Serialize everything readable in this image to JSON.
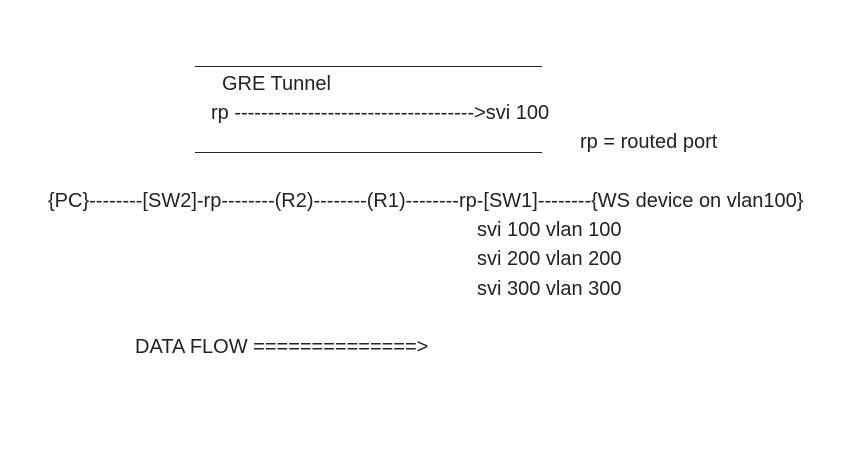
{
  "tunnel": {
    "title": "GRE Tunnel",
    "path": "rp ------------------------------------>svi 100"
  },
  "legend": {
    "rp_definition": "rp = routed port"
  },
  "topology": {
    "chain": "{PC}--------[SW2]-rp--------(R2)--------(R1)--------rp-[SW1]--------{WS device on vlan100}",
    "svis": [
      "svi 100 vlan 100",
      "svi 200 vlan 200",
      "svi 300 vlan 300"
    ]
  },
  "flow": {
    "label": "DATA FLOW ==============>"
  }
}
